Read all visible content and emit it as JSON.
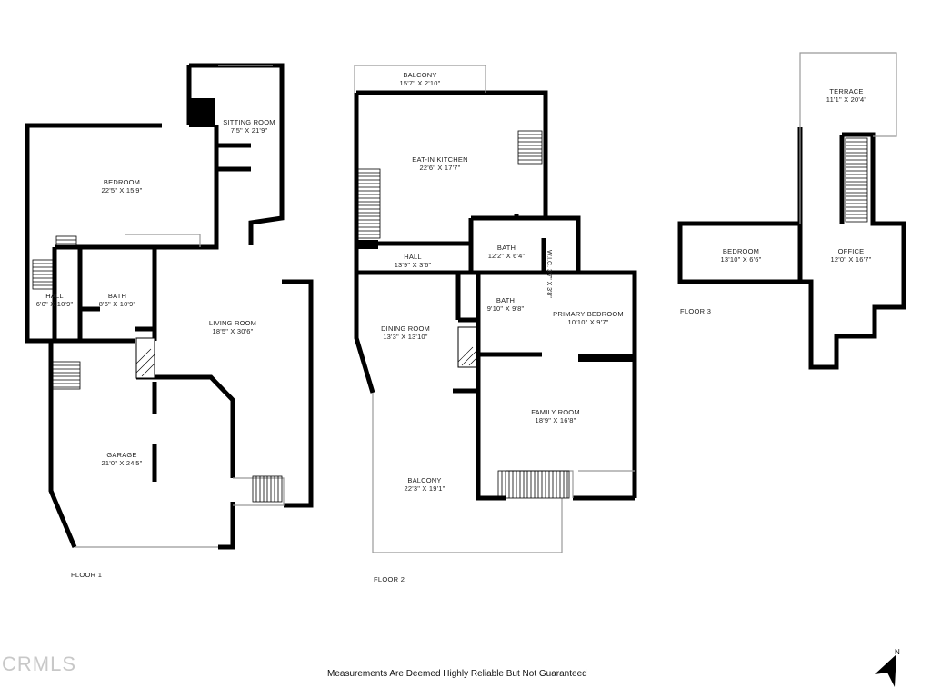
{
  "floors": [
    {
      "label": "FLOOR 1",
      "rooms": [
        {
          "name": "SITTING ROOM",
          "dims": "7'5\" X 21'9\""
        },
        {
          "name": "BEDROOM",
          "dims": "22'5\" X 15'9\""
        },
        {
          "name": "HALL",
          "dims": "6'0\" X 10'9\""
        },
        {
          "name": "BATH",
          "dims": "8'6\" X 10'9\""
        },
        {
          "name": "LIVING ROOM",
          "dims": "18'5\" X 30'6\""
        },
        {
          "name": "GARAGE",
          "dims": "21'0\" X 24'5\""
        }
      ]
    },
    {
      "label": "FLOOR 2",
      "rooms": [
        {
          "name": "BALCONY",
          "dims": "15'7\" X 2'10\""
        },
        {
          "name": "EAT-IN KITCHEN",
          "dims": "22'6\" X 17'7\""
        },
        {
          "name": "HALL",
          "dims": "13'9\" X 3'6\""
        },
        {
          "name": "BATH",
          "dims": "12'2\" X 6'4\""
        },
        {
          "name": "BATH",
          "dims": "9'10\" X 9'8\""
        },
        {
          "name": "PRIMARY BEDROOM",
          "dims": "10'10\" X 9'7\""
        },
        {
          "name": "DINING ROOM",
          "dims": "13'3\" X 13'10\""
        },
        {
          "name": "FAMILY ROOM",
          "dims": "18'9\" X 16'8\""
        },
        {
          "name": "BALCONY",
          "dims": "22'3\" X 19'1\""
        }
      ],
      "wic": {
        "name": "W.I.C.",
        "dims": "3'7\" X 3'8\""
      }
    },
    {
      "label": "FLOOR 3",
      "rooms": [
        {
          "name": "TERRACE",
          "dims": "11'1\" X 20'4\""
        },
        {
          "name": "BEDROOM",
          "dims": "13'10\" X 6'6\""
        },
        {
          "name": "OFFICE",
          "dims": "12'0\" X 16'7\""
        }
      ]
    }
  ],
  "disclaimer": "Measurements Are Deemed Highly Reliable But Not Guaranteed",
  "watermark": "CRMLS",
  "compass_label": "N",
  "colors": {
    "wall": "#000000",
    "thin": "#9a9a9a"
  }
}
